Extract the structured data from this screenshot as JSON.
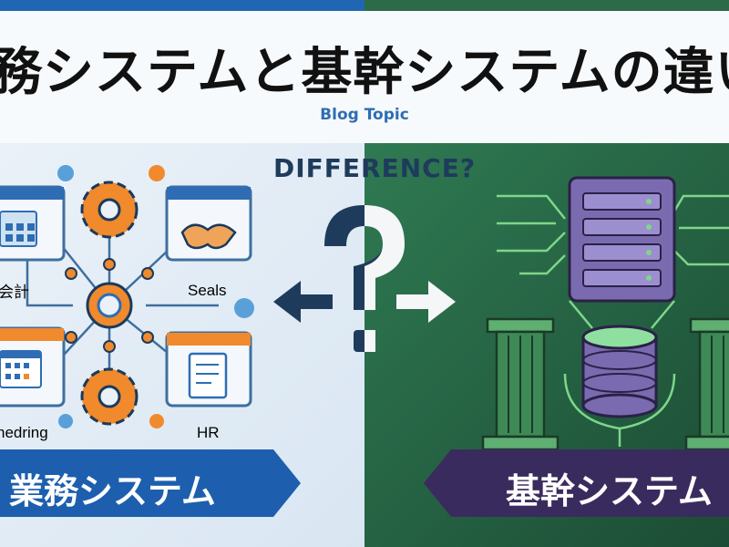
{
  "header": {
    "title": "務システムと基幹システムの違いと",
    "subtitle": "Blog Topic"
  },
  "center": {
    "question_label": "DIFFERENCE?"
  },
  "left": {
    "banner": "業務システム",
    "nodes": [
      "会計",
      "Seals",
      "nedring",
      "HR"
    ]
  },
  "right": {
    "banner": "基幹システム"
  },
  "colors": {
    "blue": "#1d5fae",
    "orange": "#f08a2c",
    "green": "#2f7a52",
    "purple": "#3a2b5e",
    "navy": "#1f3b5c"
  }
}
